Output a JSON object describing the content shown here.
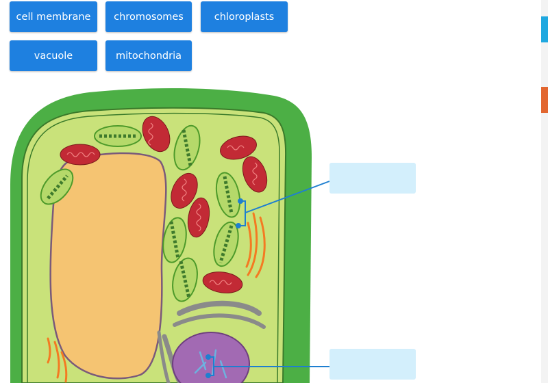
{
  "word_bank": {
    "items": [
      "cell membrane",
      "chromosomes",
      "chloroplasts",
      "vacuole",
      "mitochondria"
    ]
  },
  "drop_zones": {
    "count": 2,
    "values": [
      "",
      ""
    ]
  },
  "side_tabs": [
    {
      "color": "#1fa8e0"
    },
    {
      "color": "#e2662f"
    }
  ],
  "colors": {
    "chip_bg": "#1e80e0",
    "chip_text": "#ffffff",
    "drop_zone_bg": "#d3effc",
    "leader_line": "#1e7fd0",
    "cell_wall": "#4caf45",
    "cytoplasm": "#c9e27a",
    "vacuole": "#f5c472",
    "mitochondria": "#c22a35",
    "chloroplast": "#8cc63f",
    "nucleus": "#a26ab3",
    "golgi": "#8a8a8a"
  }
}
